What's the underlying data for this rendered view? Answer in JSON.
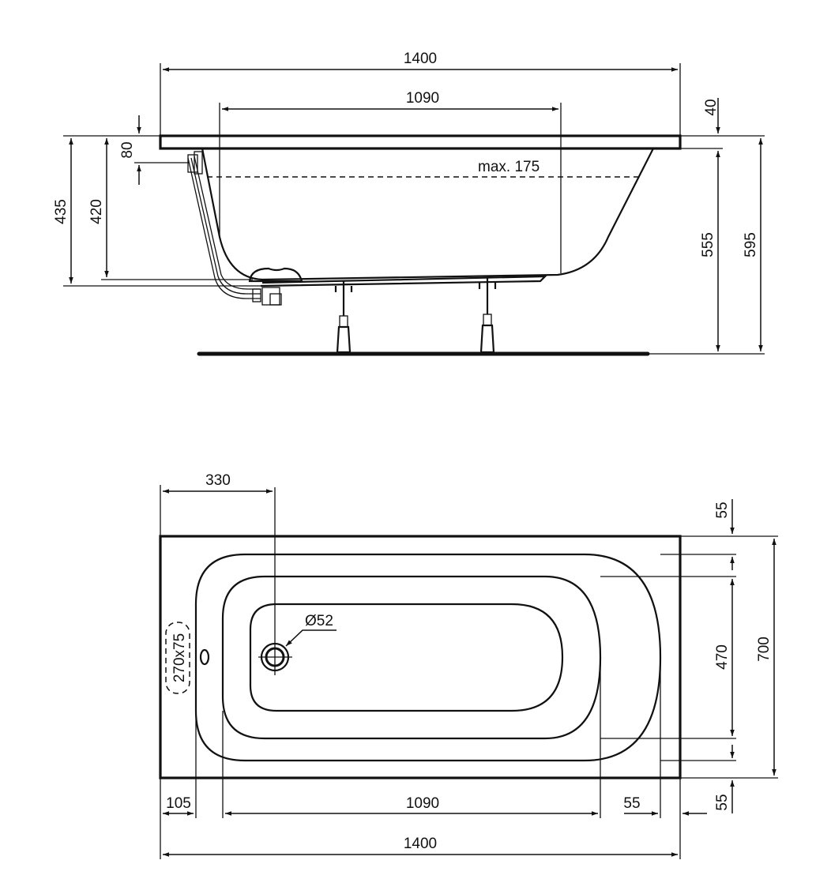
{
  "side_view": {
    "dim_overall_length": "1400",
    "dim_inner_length": "1090",
    "dim_rim_thickness": "40",
    "dim_overflow_offset": "80",
    "dim_total_height_left": "435",
    "dim_inner_depth_left": "420",
    "dim_max_water": "max. 175",
    "dim_depth_right": "555",
    "dim_total_height_right": "595"
  },
  "top_view": {
    "dim_drain_position": "330",
    "dim_drain_diameter": "Ø52",
    "dim_overflow_cutout": "270x75",
    "dim_left_margin": "105",
    "dim_inner_length": "1090",
    "dim_right_margin": "55",
    "dim_overall_length": "1400",
    "dim_top_margin": "55",
    "dim_inner_width": "470",
    "dim_bottom_margin": "55",
    "dim_overall_width": "700"
  },
  "colors": {
    "line": "#111111",
    "background": "#ffffff"
  }
}
